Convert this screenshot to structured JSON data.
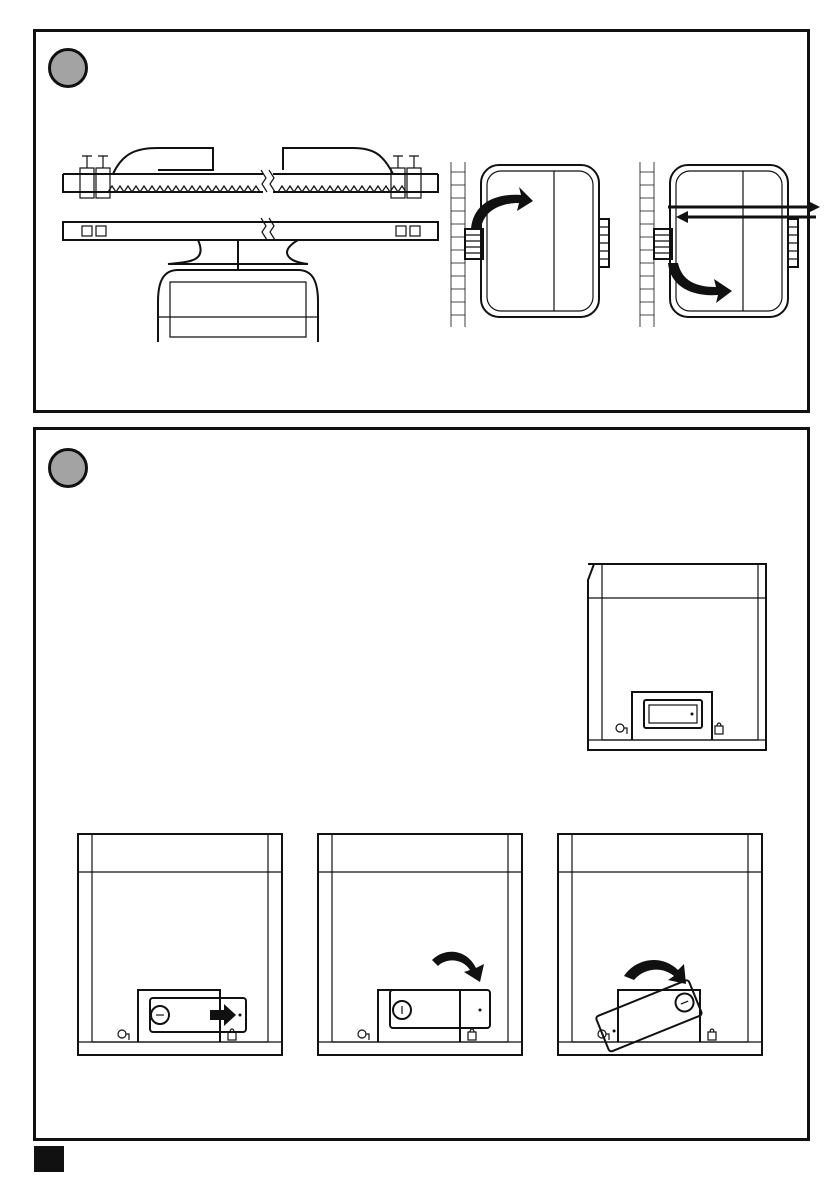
{
  "page": {
    "background": "#ffffff",
    "ink": "#111111",
    "badge_color": "#a3a3a3"
  },
  "sections": [
    {
      "id": "step-1",
      "badge_label": ""
    },
    {
      "id": "step-2",
      "badge_label": ""
    }
  ],
  "icons": [
    "gear-rack",
    "motor-housing",
    "rotate-arrow",
    "double-arrow",
    "key-lock",
    "padlock",
    "release-handle",
    "slide-arrow"
  ]
}
